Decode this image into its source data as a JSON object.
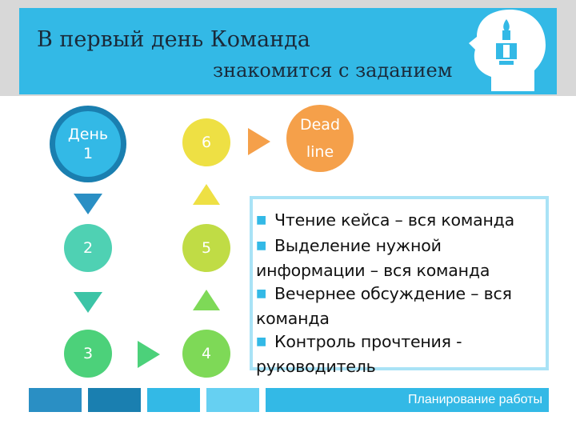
{
  "title": {
    "line1": "В первый день Команда",
    "line2": "знакомится с заданием"
  },
  "steps": [
    {
      "label": "День 1",
      "label_line1": "День",
      "label_line2": "1",
      "color": "#33b9e6"
    },
    {
      "label": "2",
      "color": "#4fd1b3"
    },
    {
      "label": "3",
      "color": "#4cd17a"
    },
    {
      "label": "4",
      "color": "#7ed957"
    },
    {
      "label": "5",
      "color": "#c0dc45"
    },
    {
      "label": "6",
      "color": "#eee044"
    },
    {
      "label": "Dead line",
      "label_line1": "Dead",
      "label_line2": "line",
      "color": "#f5a04a"
    }
  ],
  "bullets": [
    "Чтение кейса – вся команда",
    "Выделение нужной информации – вся команда",
    "Вечернее обсуждение – вся команда",
    "Контроль прочтения - руководитель"
  ],
  "footer": "Планирование работы",
  "colors": {
    "accent": "#33b9e6",
    "accent_dark": "#1a7fb0",
    "header_frame": "#d8d8d8"
  },
  "icons": [
    "head-lightbulb-icon"
  ]
}
